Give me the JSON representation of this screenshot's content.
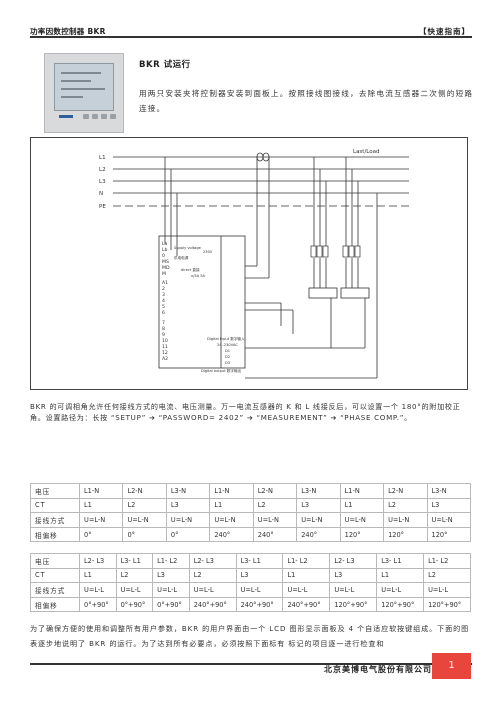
{
  "header": {
    "left": "功率因数控制器 BKR",
    "right": "【快速指南】"
  },
  "section": {
    "title": "BKR 试运行",
    "text": "用两只安装夹将控制器安装到面板上。按照接线图接线，去除电流互感器二次侧的短路连接。"
  },
  "diagram": {
    "buses": [
      "L1",
      "L2",
      "L3",
      "N",
      "PE"
    ],
    "load_label": "Last/Load",
    "terminals": [
      "La",
      "Lb",
      "0",
      "MS",
      "MD",
      "M",
      "A1",
      "2",
      "3",
      "4",
      "5",
      "6",
      "7",
      "8",
      "9",
      "10",
      "11",
      "12",
      "A2"
    ],
    "labels": {
      "supply": "Supply voltage",
      "supply_cn": "供电电源",
      "supply_v": "230V",
      "direct": "direct 直接",
      "ct_rating": "x/5A 5A",
      "digital_input": "Digital Input 数字输入",
      "input_v": "24..230VAC",
      "relays": [
        "D1",
        "D2",
        "D3"
      ],
      "digital_output": "Digital output 数字输出"
    }
  },
  "note": "BKR 的可调相角允许任何接线方式的电流、电压测量。万一电流互感器的 K 和 L 线接反后，可以设置一个 180°的附加校正角。设置路径为：长按 “SETUP” ➔ “PASSWORD= 2402” ➔ “MEASUREMENT” ➔ “PHASE COMP.”。",
  "table1": [
    [
      "电压",
      "L1-N",
      "L2-N",
      "L3-N",
      "L1-N",
      "L2-N",
      "L3-N",
      "L1-N",
      "L2-N",
      "L3-N"
    ],
    [
      "CT",
      "L1",
      "L2",
      "L3",
      "L1",
      "L2",
      "L3",
      "L1",
      "L2",
      "L3"
    ],
    [
      "接线方式",
      "U=L-N",
      "U=L-N",
      "U=L-N",
      "U=L-N",
      "U=L-N",
      "U=L-N",
      "U=L-N",
      "U=L-N",
      "U=L-N"
    ],
    [
      "相偏移",
      "0°",
      "0°",
      "0°",
      "240°",
      "240°",
      "240°",
      "120°",
      "120°",
      "120°"
    ]
  ],
  "table2": [
    [
      "电压",
      "L2- L3",
      "L3- L1",
      "L1- L2",
      "L2- L3",
      "L3- L1",
      "L1- L2",
      "L2- L3",
      "L3- L1",
      "L1- L2"
    ],
    [
      "CT",
      "L1",
      "L2",
      "L3",
      "L2",
      "L3",
      "L1",
      "L3",
      "L1",
      "L2"
    ],
    [
      "接线方式",
      "U=L-L",
      "U=L-L",
      "U=L-L",
      "U=L-L",
      "U=L-L",
      "U=L-L",
      "U=L-L",
      "U=L-L",
      "U=L-L"
    ],
    [
      "相偏移",
      "0°+90°",
      "0°+90°",
      "0°+90°",
      "240°+90°",
      "240°+90°",
      "240°+90°",
      "120°+90°",
      "120°+90°",
      "120°+90°"
    ]
  ],
  "bottom_text": "为了确保方便的使用和调整所有用户参数，BKR 的用户界面由一个 LCD 图形显示面板及 4 个自适应软按键组成。下面的图表逐步地说明了 BKR 的运行。为了达到所有必要点，必须按照下面标有 标记的项目逐一进行检查和",
  "footer": {
    "company": "北京美博电气股份有限公司",
    "page": "1"
  },
  "colors": {
    "page_badge": "#e8453c"
  }
}
